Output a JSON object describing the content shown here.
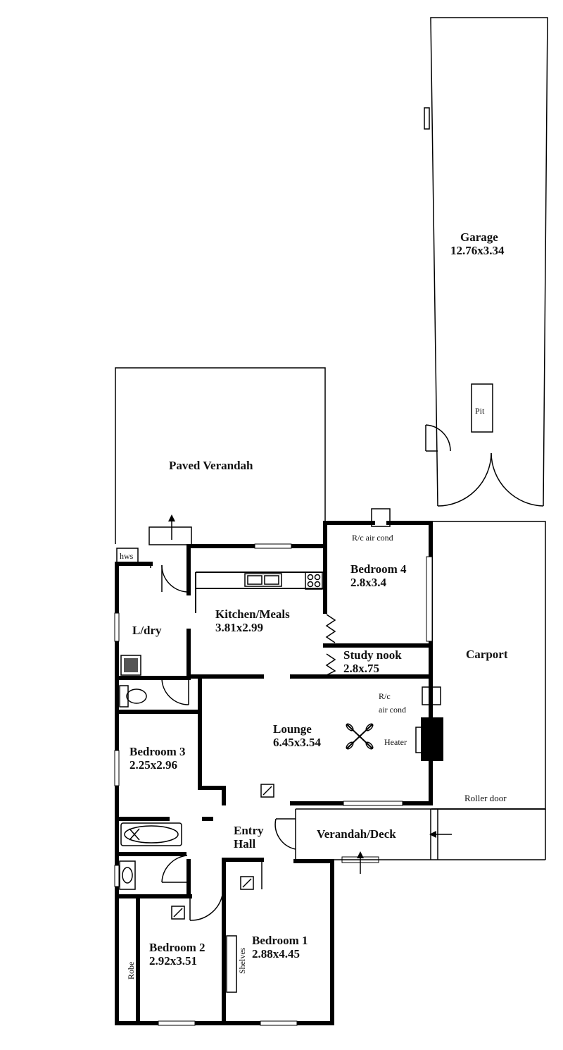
{
  "rooms": {
    "garage": {
      "name": "Garage",
      "size": "12.76x3.34"
    },
    "pit": "Pit",
    "paved_verandah": "Paved Verandah",
    "hws": "hws",
    "rc_air_cond_top": "R/c air cond",
    "bedroom4": {
      "name": "Bedroom 4",
      "size": "2.8x3.4"
    },
    "kitchen": {
      "name": "Kitchen/Meals",
      "size": "3.81x2.99"
    },
    "laundry": "L/dry",
    "study": {
      "name": "Study nook",
      "size": "2.8x.75"
    },
    "carport": "Carport",
    "rc_air_cond_lounge": [
      "R/c",
      "air cond"
    ],
    "lounge": {
      "name": "Lounge",
      "size": "6.45x3.54"
    },
    "heater": "Heater",
    "bedroom3": {
      "name": "Bedroom 3",
      "size": "2.25x2.96"
    },
    "roller_door": "Roller door",
    "entry_hall": [
      "Entry",
      "Hall"
    ],
    "verandah_deck": "Verandah/Deck",
    "bedroom2": {
      "name": "Bedroom 2",
      "size": "2.92x3.51"
    },
    "bedroom1": {
      "name": "Bedroom 1",
      "size": "2.88x4.45"
    },
    "shelves": "Shelves",
    "robe": "Robe"
  }
}
